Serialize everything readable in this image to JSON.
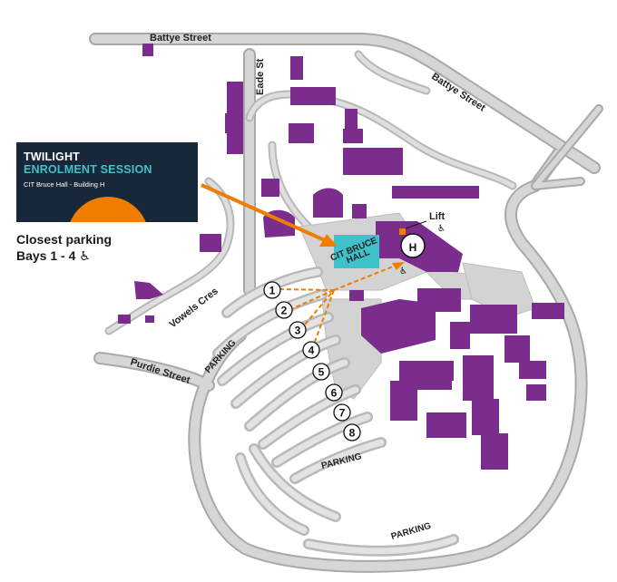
{
  "streets": {
    "battye_top": "Battye Street",
    "battye_right": "Battye Street",
    "eade": "Eade St",
    "vowels": "Vowels Cres",
    "purdie": "Purdie Street"
  },
  "parking_labels": [
    "PARKING",
    "PARKING",
    "PARKING"
  ],
  "bays": [
    "1",
    "2",
    "3",
    "4",
    "5",
    "6",
    "7",
    "8"
  ],
  "building": {
    "name_line1": "CIT BRUCE",
    "name_line2": "HALL",
    "marker": "H",
    "lift_label": "Lift"
  },
  "icons": {
    "wheelchair_glyph": "♿"
  },
  "banner": {
    "line1": "TWILIGHT",
    "line2": "ENROLMENT SESSION",
    "line3": "CIT Bruce Hall - Building H"
  },
  "closest_parking": {
    "line1": "Closest parking",
    "line2": "Bays 1 - 4"
  },
  "colors": {
    "road": "#c9c9c9",
    "road_dark": "#a9a9a9",
    "building": "#7b2d8e",
    "highlight": "#3fc1c9",
    "arrow": "#f07d00",
    "banner_bg": "#18283a"
  }
}
